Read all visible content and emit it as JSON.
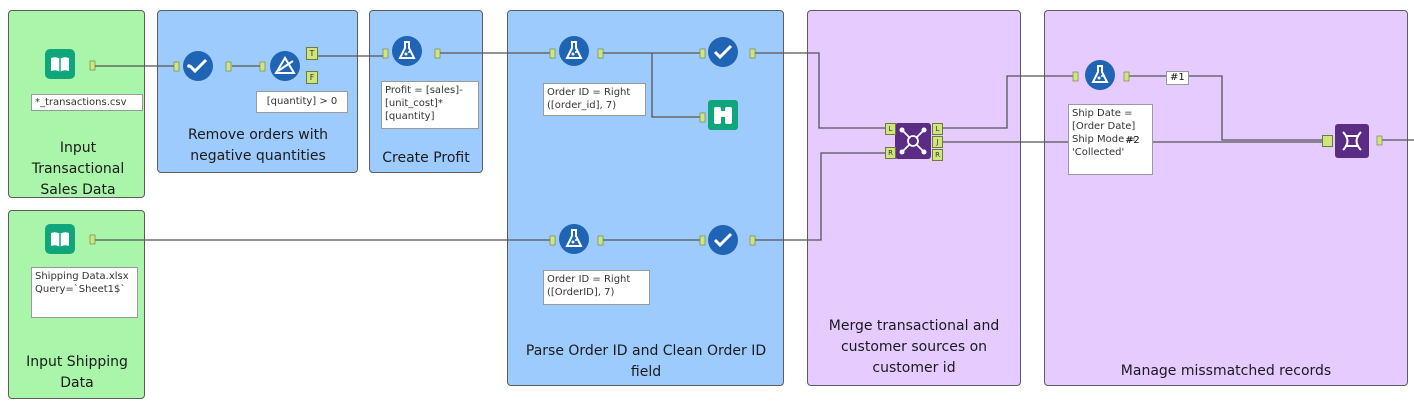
{
  "containers": {
    "input_transactional": {
      "title": "Input Transactional Sales Data"
    },
    "input_shipping": {
      "title": "Input Shipping Data"
    },
    "remove_orders": {
      "title": "Remove orders with negative quantities"
    },
    "create_profit": {
      "title": "Create Profit"
    },
    "parse_order": {
      "title": "Parse Order ID and Clean Order ID field"
    },
    "merge": {
      "title": "Merge transactional and customer sources on customer id"
    },
    "manage": {
      "title": "Manage missmatched records"
    }
  },
  "annotations": {
    "transactions_file": "*_transactions.csv",
    "shipping_file": "Shipping Data.xlsx Query=`Sheet1$`",
    "filter_expr": "[quantity] > 0",
    "profit_formula": "Profit = [sales]-[unit_cost]*[quantity]",
    "order_id_formula_1": "Order ID = Right ([order_id], 7)",
    "order_id_formula_2": "Order ID = Right ([OrderID], 7)",
    "ship_formula": "Ship Date = [Order Date] Ship Mode = 'Collected'"
  },
  "connections": {
    "badge_1": "#1",
    "badge_2": "#2"
  },
  "ports": {
    "true": "T",
    "false": "F",
    "left": "L",
    "right": "R",
    "join": "J"
  },
  "colors": {
    "input_tool": "#11a57b",
    "prep_tool": "#1f64b5",
    "browse_tool": "#11a57b",
    "join_tool": "#5b2c84",
    "anchor": "#cfe67c",
    "wire": "#555555"
  }
}
